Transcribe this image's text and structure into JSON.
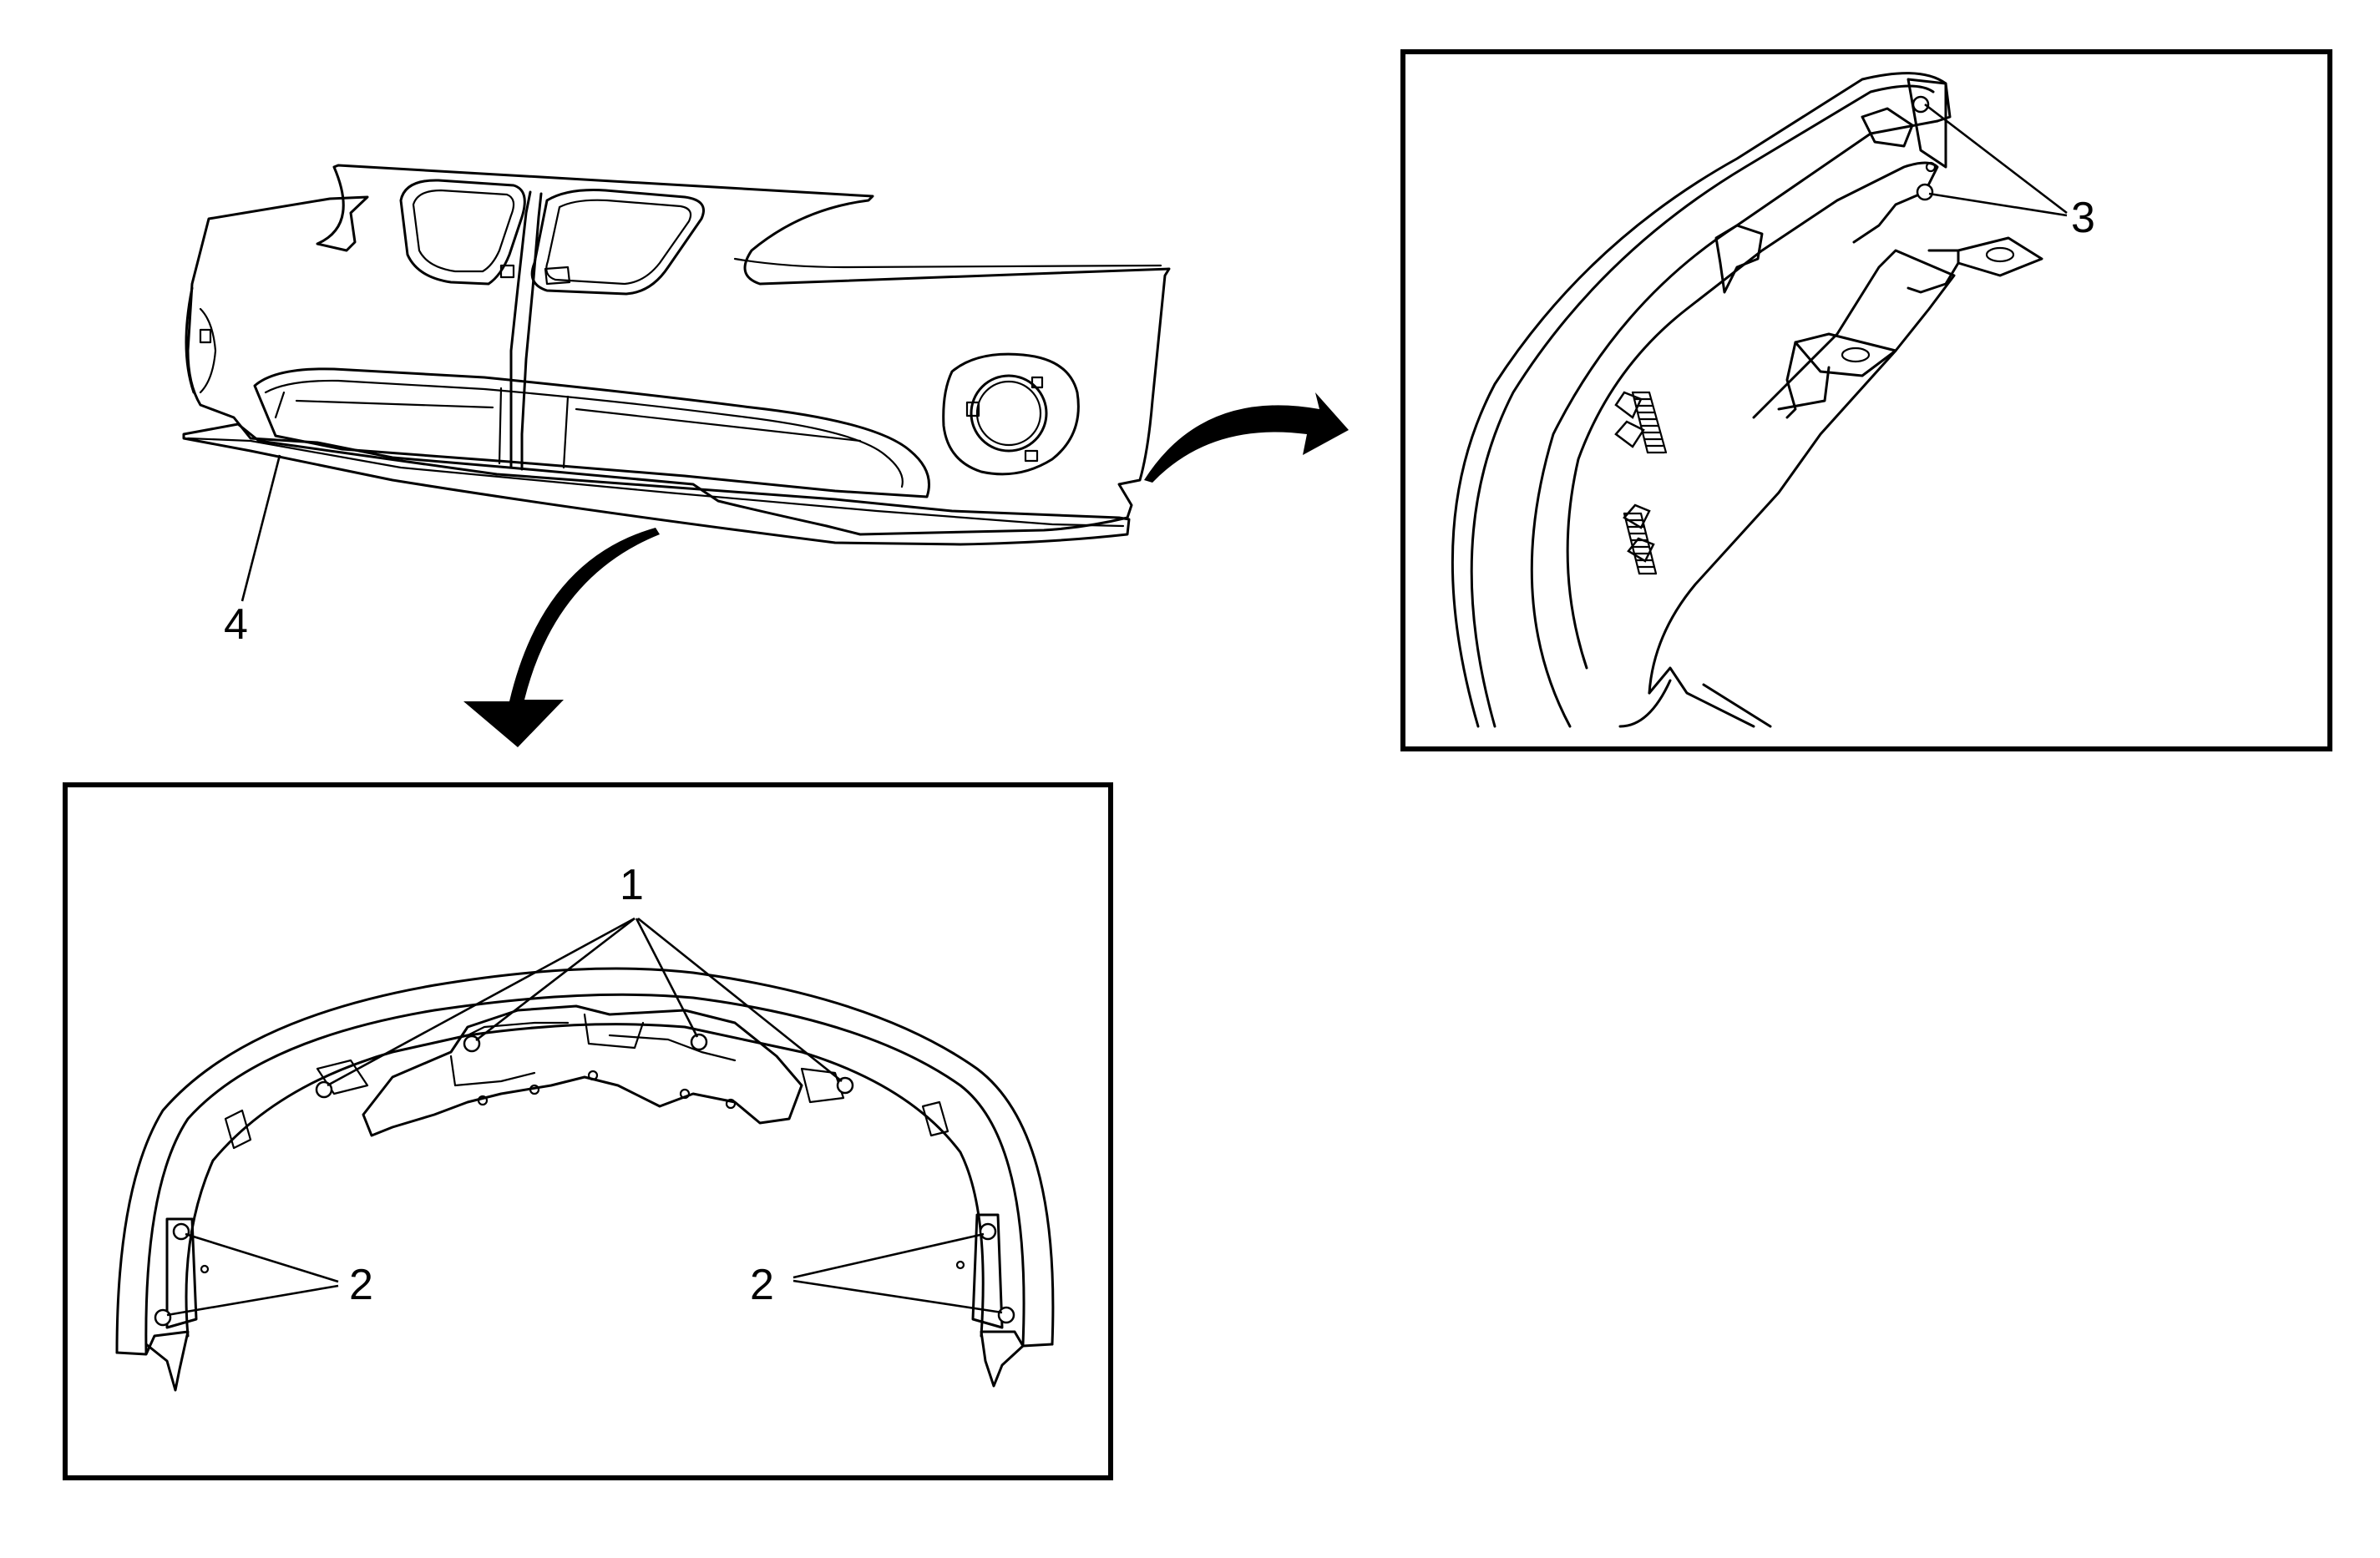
{
  "callouts": {
    "fascia_fasteners": "1",
    "lower_side_fasteners": "2",
    "corner_clips": "3",
    "lower_air_deflector": "4"
  },
  "colors": {
    "ink": "#000000",
    "paper": "#ffffff"
  }
}
